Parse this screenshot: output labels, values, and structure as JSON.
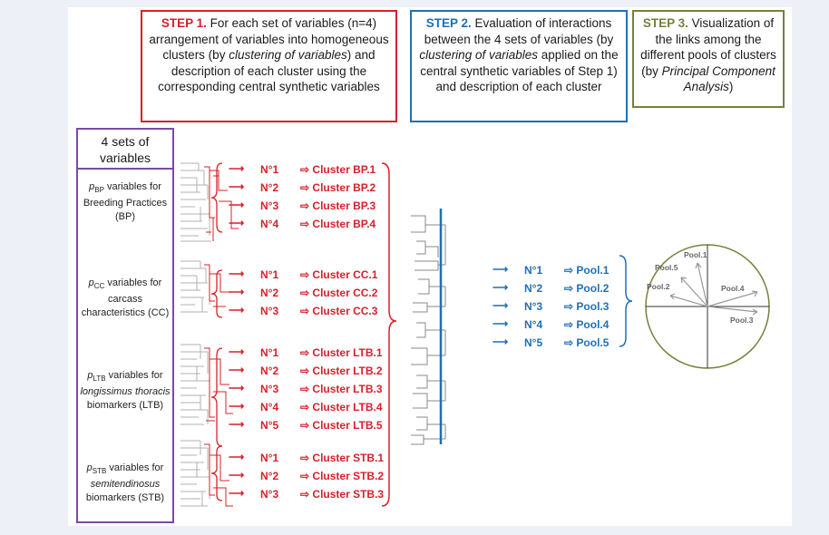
{
  "steps": {
    "step1": {
      "title": "STEP 1.",
      "text_a": " For each set of variables (n=4) arrangement of variables into homogeneous clusters (by ",
      "text_i": "clustering of variables",
      "text_b": ") and description of each cluster using the corresponding central synthetic variables"
    },
    "step2": {
      "title": "STEP 2.",
      "text_a": " Evaluation of interactions between the 4 sets of variables (by ",
      "text_i": "clustering of variables",
      "text_b": " applied on the central synthetic variables of Step 1) and description of each cluster"
    },
    "step3": {
      "title": "STEP 3.",
      "text_a": " Visualization of the links among the different pools of clusters (by ",
      "text_i": "Principal Component Analysis",
      "text_b": ")"
    }
  },
  "sets_title": "4 sets of variables",
  "sets": [
    {
      "p": "p",
      "sub": "BP",
      "line1": " variables for",
      "rest": "Breeding Practices (BP)",
      "italic": false
    },
    {
      "p": "p",
      "sub": "CC",
      "line1": " variables for",
      "rest": "carcass characteristics (CC)",
      "italic": false
    },
    {
      "p": "p",
      "sub": "LTB",
      "line1": " variables for",
      "rest_i": "longissimus thoracis",
      "rest": "biomarkers (LTB)",
      "italic": true
    },
    {
      "p": "p",
      "sub": "STB",
      "line1": " variables for",
      "rest_i": "semitendinosus",
      "rest": "biomarkers (STB)",
      "italic": true
    }
  ],
  "arrow_glyph": "⟶",
  "hollow_arrow_glyph": "⇨",
  "clusters": [
    {
      "num": "N°1",
      "label": "Cluster BP.1"
    },
    {
      "num": "N°2",
      "label": "Cluster BP.2"
    },
    {
      "num": "N°3",
      "label": "Cluster BP.3"
    },
    {
      "num": "N°4",
      "label": "Cluster BP.4"
    },
    {
      "num": "N°1",
      "label": "Cluster CC.1"
    },
    {
      "num": "N°2",
      "label": "Cluster CC.2"
    },
    {
      "num": "N°3",
      "label": "Cluster CC.3"
    },
    {
      "num": "N°1",
      "label": "Cluster LTB.1"
    },
    {
      "num": "N°2",
      "label": "Cluster LTB.2"
    },
    {
      "num": "N°3",
      "label": "Cluster LTB.3"
    },
    {
      "num": "N°4",
      "label": "Cluster LTB.4"
    },
    {
      "num": "N°5",
      "label": "Cluster LTB.5"
    },
    {
      "num": "N°1",
      "label": "Cluster STB.1"
    },
    {
      "num": "N°2",
      "label": "Cluster STB.2"
    },
    {
      "num": "N°3",
      "label": "Cluster STB.3"
    }
  ],
  "pools": [
    {
      "num": "N°1",
      "label": "Pool.1"
    },
    {
      "num": "N°2",
      "label": "Pool.2"
    },
    {
      "num": "N°3",
      "label": "Pool.3"
    },
    {
      "num": "N°4",
      "label": "Pool.4"
    },
    {
      "num": "N°5",
      "label": "Pool.5"
    }
  ],
  "pca_labels": [
    "Pool.1",
    "Pool.5",
    "Pool.2",
    "Pool.4",
    "Pool.3"
  ],
  "colors": {
    "red": "#d8202a",
    "blue": "#1f6fb5",
    "olive": "#77803a",
    "purple": "#7b4aa6"
  }
}
